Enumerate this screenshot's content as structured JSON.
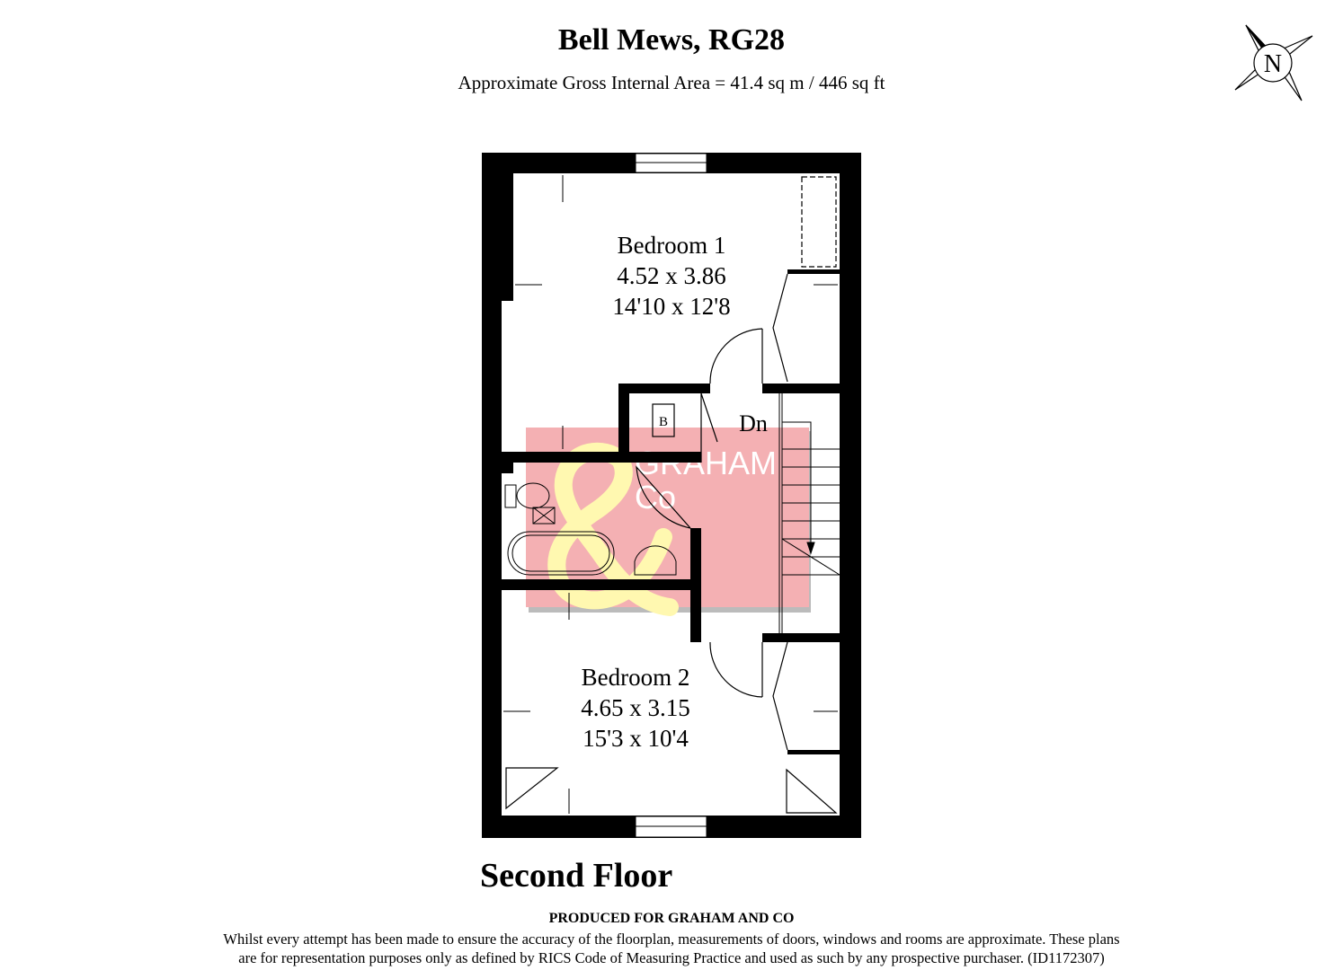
{
  "header": {
    "title": "Bell Mews, RG28",
    "subtitle": "Approximate Gross Internal Area = 41.4 sq m / 446 sq ft"
  },
  "compass": {
    "label": "N"
  },
  "rooms": [
    {
      "name": "Bedroom 1",
      "metric": "4.52 x 3.86",
      "imperial": "14'10 x 12'8"
    },
    {
      "name": "Bedroom 2",
      "metric": "4.65 x 3.15",
      "imperial": "15'3 x 10'4"
    }
  ],
  "labels": {
    "boiler": "B",
    "stairs": "Dn"
  },
  "watermark": {
    "text1": "GRAHAM",
    "text2": "Co",
    "symbol": "&",
    "colors": {
      "background": "#f4b0b3",
      "ampersand": "#fff8b0"
    }
  },
  "floor_label": "Second Floor",
  "footer": {
    "produced": "PRODUCED FOR GRAHAM AND CO",
    "disclaimer_line1": "Whilst every attempt has been made to ensure the accuracy of the floorplan, measurements of doors, windows and rooms are approximate. These plans",
    "disclaimer_line2": "are for representation purposes only as defined by RICS Code of Measuring Practice and used as such by any prospective purchaser. (ID1172307)"
  }
}
